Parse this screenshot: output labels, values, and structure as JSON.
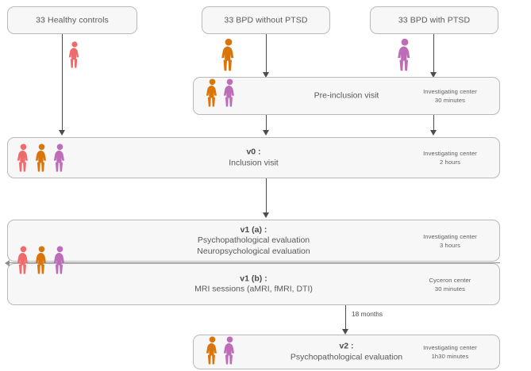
{
  "diagram": {
    "title": "Study protocol flowchart",
    "colors": {
      "group_healthy": "#ee6b6b",
      "group_bpd_without_ptsd": "#d9750a",
      "group_bpd_with_ptsd": "#bd6cb8",
      "box_fill": "#f7f7f7",
      "box_border": "#b9b9b9",
      "arrow": "#4c4c4c",
      "text": "#58585a"
    },
    "groups": [
      {
        "id": "healthy",
        "label": "33 Healthy controls",
        "color_key": "group_healthy"
      },
      {
        "id": "bpd_no_ptsd",
        "label": "33 BPD without PTSD",
        "color_key": "group_bpd_without_ptsd"
      },
      {
        "id": "bpd_ptsd",
        "label": "33 BPD with PTSD",
        "color_key": "group_bpd_with_ptsd"
      }
    ],
    "visits": [
      {
        "id": "pre_inclusion",
        "visit_code": "",
        "title": "Pre-inclusion visit",
        "line2": "",
        "line3": "",
        "center": "Investigating center",
        "duration": "30 minutes",
        "participants": [
          "bpd_no_ptsd",
          "bpd_ptsd"
        ]
      },
      {
        "id": "v0",
        "visit_code": "v0 :",
        "title": "Inclusion visit",
        "line2": "",
        "line3": "",
        "center": "Investigating center",
        "duration": "2 hours",
        "participants": [
          "healthy",
          "bpd_no_ptsd",
          "bpd_ptsd"
        ]
      },
      {
        "id": "v1a",
        "visit_code": "v1 (a) :",
        "title": "Psychopathological evaluation",
        "line2": "Neuropsychological evaluation",
        "line3": "",
        "center": "Investigating center",
        "duration": "3 hours",
        "participants": [
          "healthy",
          "bpd_no_ptsd",
          "bpd_ptsd"
        ]
      },
      {
        "id": "v1b",
        "visit_code": "v1 (b) :",
        "title": "MRI sessions (aMRI, fMRI, DTI)",
        "line2": "",
        "line3": "",
        "center": "Cyceron center",
        "duration": "30 minutes",
        "participants": [
          "healthy",
          "bpd_no_ptsd",
          "bpd_ptsd"
        ]
      },
      {
        "id": "v2",
        "visit_code": "v2 :",
        "title": "Psychopathological evaluation",
        "line2": "",
        "line3": "",
        "center": "Investigating center",
        "duration": "1h30 minutes",
        "participants": [
          "bpd_no_ptsd",
          "bpd_ptsd"
        ]
      }
    ],
    "edges": [
      {
        "id": "followup",
        "label": "18 months",
        "from": "v1b",
        "to": "v2"
      }
    ]
  }
}
